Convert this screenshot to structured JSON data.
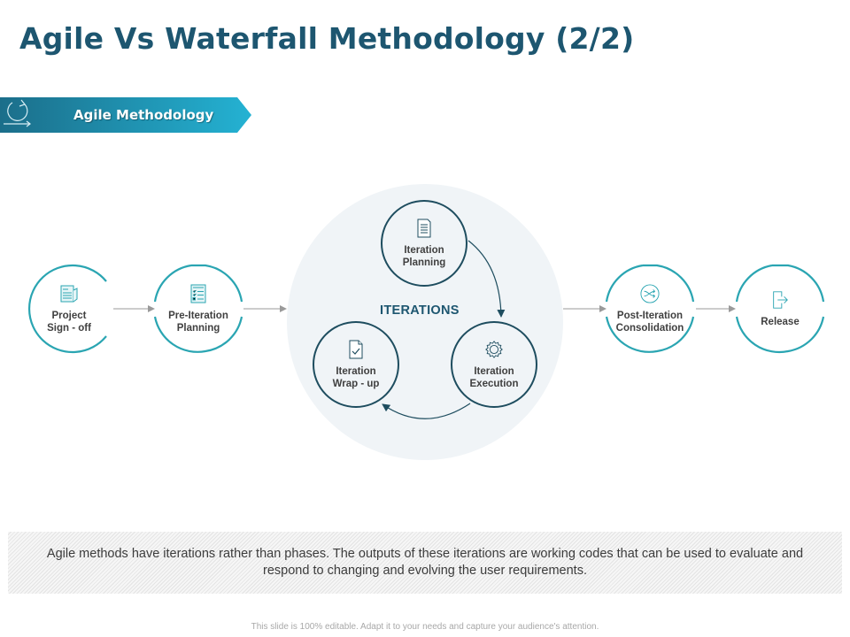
{
  "slide": {
    "title": "Agile Vs Waterfall Methodology (2/2)",
    "banner": {
      "label": "Agile Methodology",
      "icon": "cycle-arrows-icon",
      "color_start": "#1b6e8a",
      "color_end": "#22aed0"
    },
    "flow": [
      {
        "id": "project-sign-off",
        "label": "Project\nSign  -  off",
        "icon": "document-pen-icon"
      },
      {
        "id": "pre-iteration-planning",
        "label": "Pre-Iteration\nPlanning",
        "icon": "checklist-icon"
      },
      {
        "id": "iterations",
        "label": "ITERATIONS"
      },
      {
        "id": "post-iteration-consolidation",
        "label": "Post-Iteration\nConsolidation",
        "icon": "shuffle-icon"
      },
      {
        "id": "release",
        "label": "Release",
        "icon": "exit-arrow-icon"
      }
    ],
    "iterations": {
      "label": "ITERATIONS",
      "cycle": [
        {
          "id": "iteration-planning",
          "label": "Iteration\nPlanning",
          "icon": "document-lines-icon"
        },
        {
          "id": "iteration-execution",
          "label": "Iteration\nExecution",
          "icon": "gear-icon"
        },
        {
          "id": "iteration-wrap-up",
          "label": "Iteration\nWrap - up",
          "icon": "document-check-icon"
        }
      ]
    },
    "description": "Agile methods have iterations rather than phases. The outputs of these iterations are working codes that can be used to evaluate and respond to changing and evolving the user requirements.",
    "footer": "This slide is 100% editable. Adapt it to your needs and capture your audience's attention.",
    "colors": {
      "title": "#1d5670",
      "outer_ring": "#2aa5b2",
      "inner_ring": "#1e4d5f",
      "iteration_bg": "#f0f4f7",
      "arrow": "#9a9a9a"
    }
  }
}
